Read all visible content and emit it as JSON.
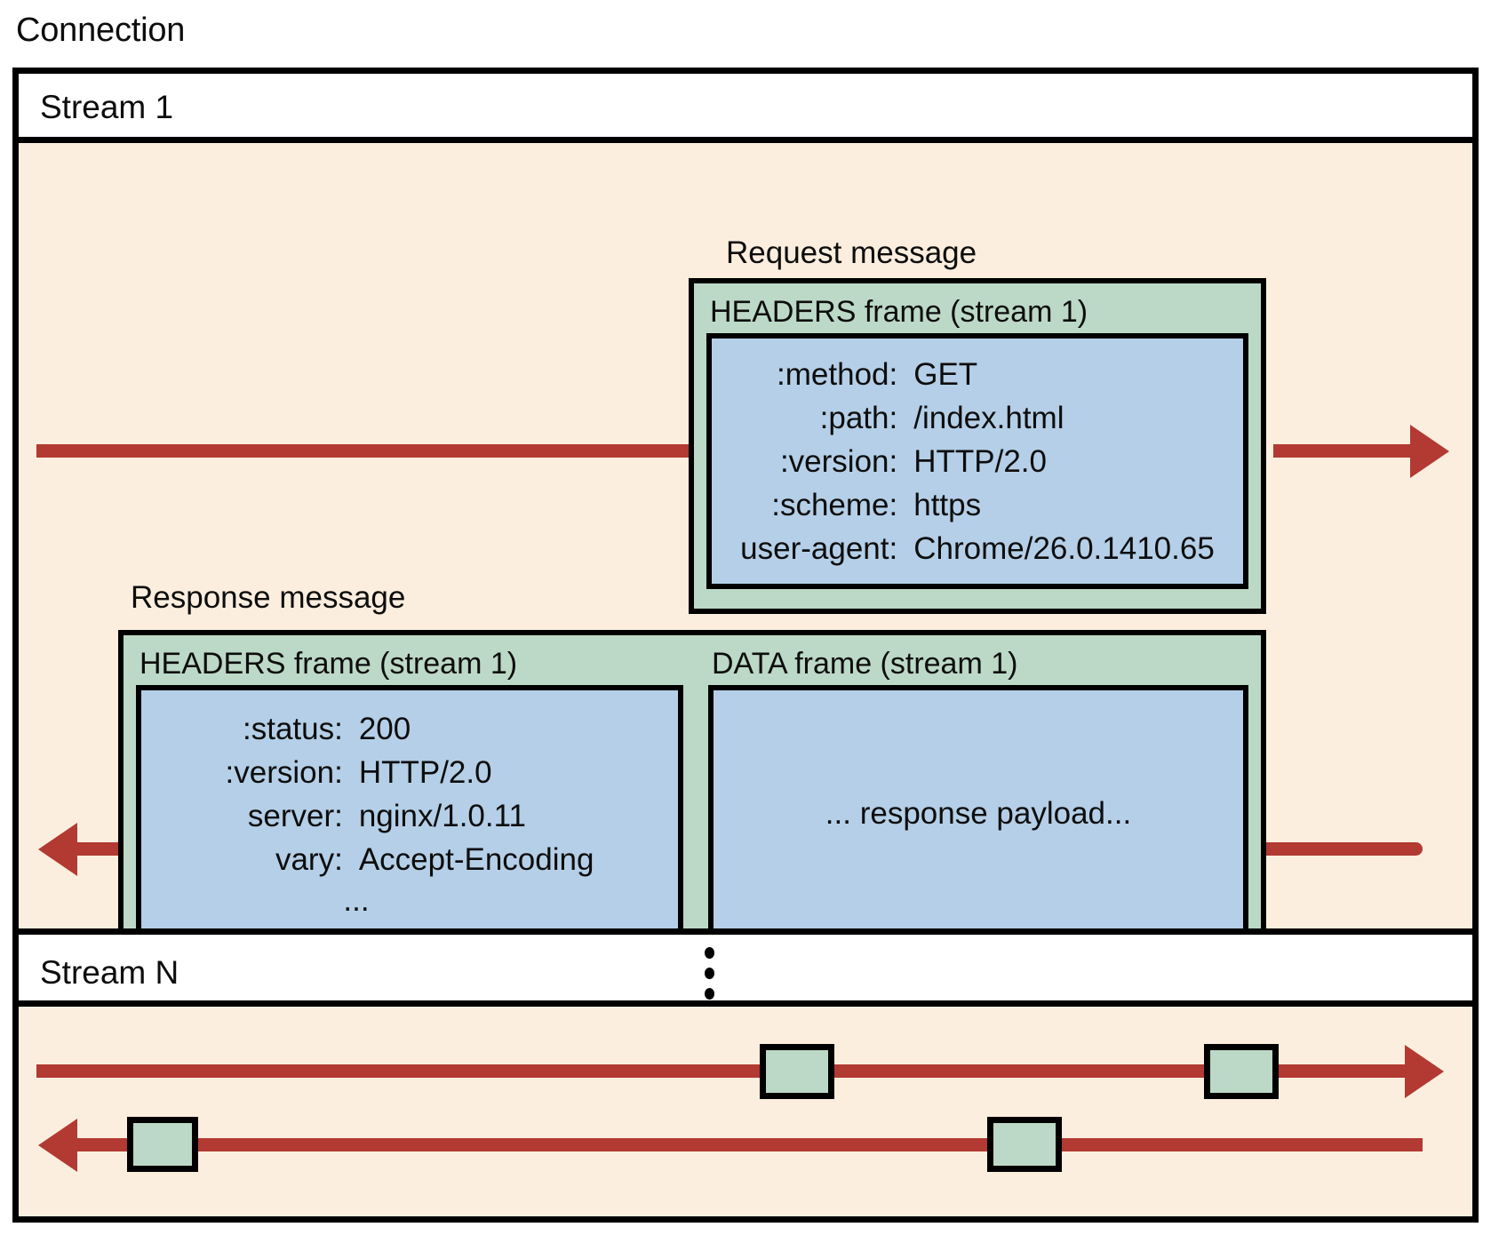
{
  "diagram": {
    "connection_label": "Connection",
    "colors": {
      "stream_background": "#FBEEDE",
      "frame_green": "#BCD8C6",
      "payload_blue": "#B4CFE7",
      "arrow_red": "#B23A32",
      "outline_black": "#000000",
      "page_white": "#FFFFFF"
    },
    "streams": [
      {
        "header_label": "Stream 1",
        "messages": [
          {
            "label": "Request message",
            "frames": [
              {
                "title": "HEADERS frame (stream 1)",
                "type": "headers",
                "headers": [
                  {
                    "name": ":method:",
                    "value": "GET"
                  },
                  {
                    "name": ":path:",
                    "value": "/index.html"
                  },
                  {
                    "name": ":version:",
                    "value": "HTTP/2.0"
                  },
                  {
                    "name": ":scheme:",
                    "value": "https"
                  },
                  {
                    "name": "user-agent:",
                    "value": "Chrome/26.0.1410.65"
                  }
                ]
              }
            ]
          },
          {
            "label": "Response message",
            "frames": [
              {
                "title": "HEADERS frame (stream 1)",
                "type": "headers",
                "headers": [
                  {
                    "name": ":status:",
                    "value": "200"
                  },
                  {
                    "name": ":version:",
                    "value": "HTTP/2.0"
                  },
                  {
                    "name": "server:",
                    "value": "nginx/1.0.11"
                  },
                  {
                    "name": "vary:",
                    "value": "Accept-Encoding"
                  }
                ],
                "ellipsis": "..."
              },
              {
                "title": "DATA frame (stream 1)",
                "type": "data",
                "payload": "... response payload..."
              }
            ]
          }
        ]
      },
      {
        "header_label": "Stream N",
        "continuation_marker": "vertical-ellipsis",
        "arrows": [
          {
            "direction": "right",
            "frame_count": 2
          },
          {
            "direction": "left",
            "frame_count": 2
          }
        ]
      }
    ]
  }
}
